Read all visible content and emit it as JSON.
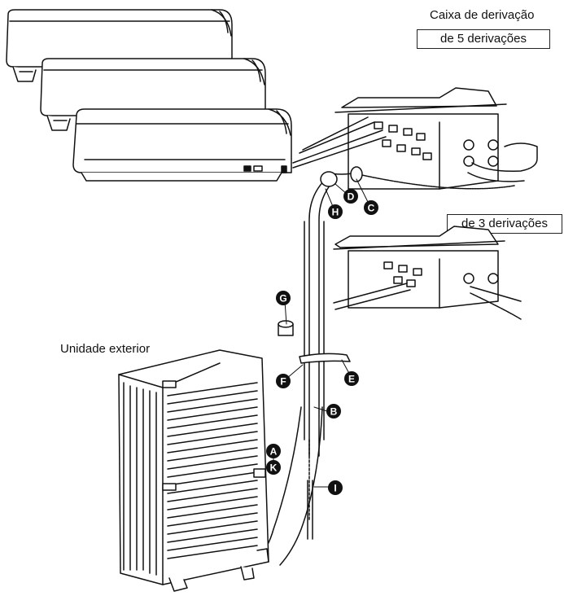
{
  "labels": {
    "branch_box": "Caixa de derivação",
    "five_branch": "de 5 derivações",
    "three_branch": "de 3 derivações",
    "outdoor_unit": "Unidade exterior"
  },
  "callouts": {
    "a": "A",
    "b": "B",
    "c": "C",
    "d": "D",
    "e": "E",
    "f": "F",
    "g": "G",
    "h": "H",
    "i": "I",
    "k": "K"
  }
}
